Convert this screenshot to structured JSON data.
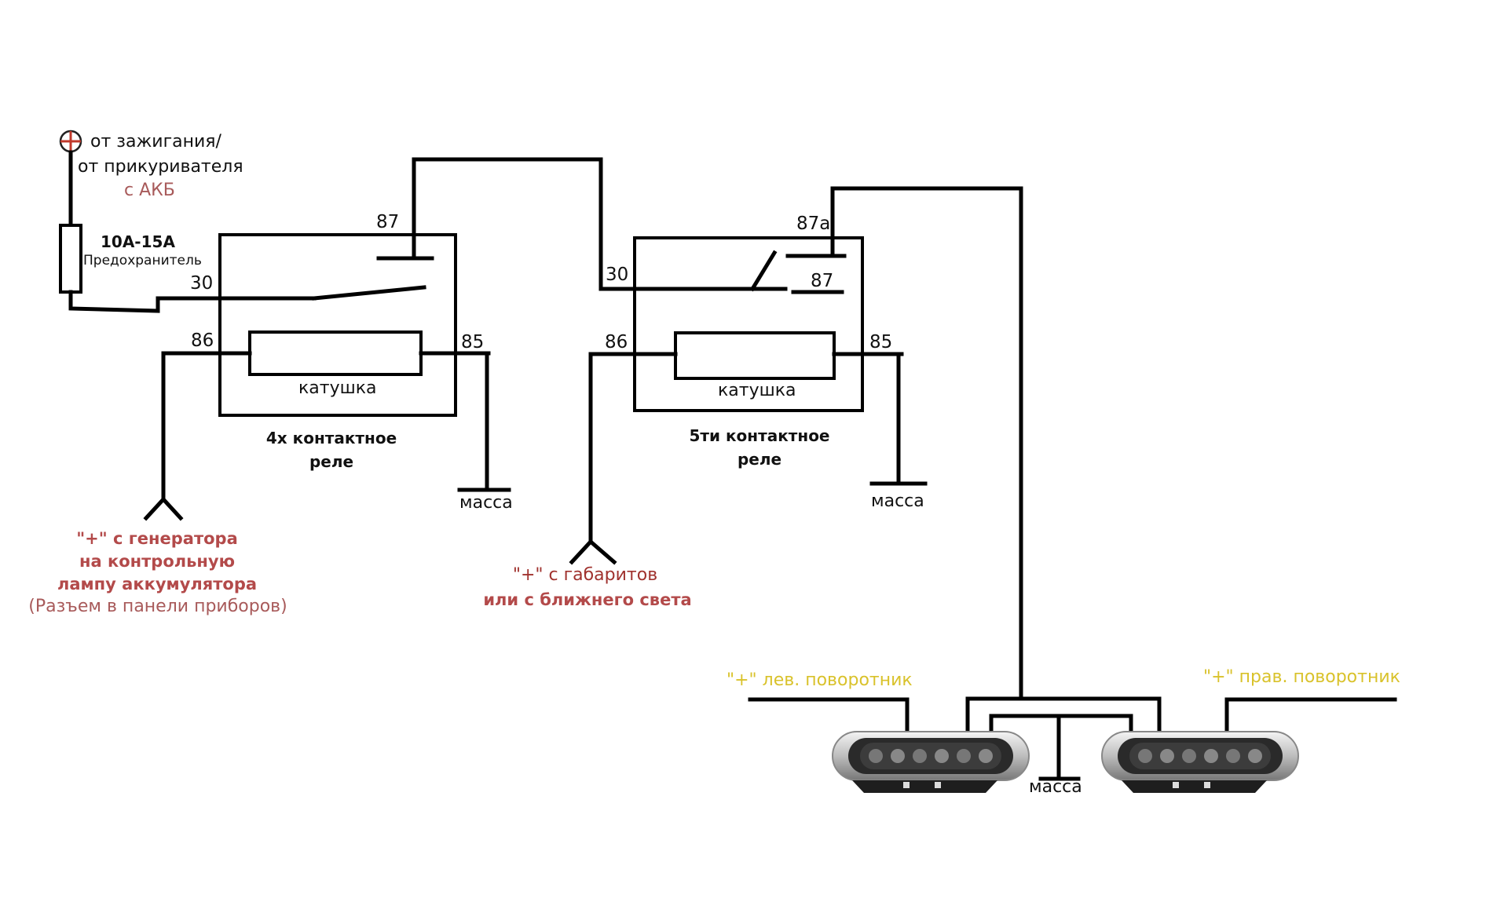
{
  "power_source": {
    "line1": "от зажигания/",
    "line2": "от прикуривателя",
    "line3": "с АКБ"
  },
  "fuse": {
    "rating": "10А-15А",
    "label": "Предохранитель"
  },
  "relay4": {
    "pin87": "87",
    "pin30": "30",
    "pin86": "86",
    "pin85": "85",
    "coil": "катушка",
    "name_line1": "4х контактное",
    "name_line2": "реле",
    "ground": "масса"
  },
  "relay5": {
    "pin87a": "87a",
    "pin87": "87",
    "pin30": "30",
    "pin86": "86",
    "pin85": "85",
    "coil": "катушка",
    "name_line1": "5ти контактное",
    "name_line2": "реле",
    "ground": "масса"
  },
  "generator_input": {
    "line1": "\"+\" с генератора",
    "line2": "на контрольную",
    "line3": "лампу аккумулятора",
    "line4": "(Разъем в панели приборов)"
  },
  "marker_input": {
    "line1": "\"+\" с габаритов",
    "line2": "или с ближнего света"
  },
  "lamps": {
    "left_turn": "\"+\" лев. поворотник",
    "right_turn": "\"+\" прав. поворотник",
    "ground": "масса"
  },
  "colors": {
    "wire": "#000000",
    "input_label": "#b34a4a",
    "turn_label": "#d9c22b"
  }
}
